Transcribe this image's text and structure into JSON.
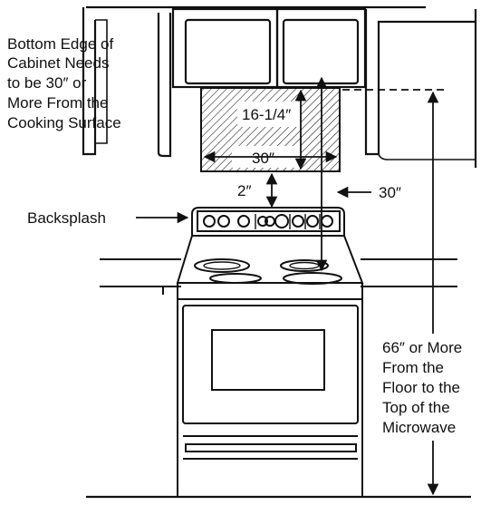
{
  "labels": {
    "cabinet_note": [
      "Bottom Edge of",
      "Cabinet Needs",
      "to be 30″ or",
      "More From the",
      "Cooking Surface"
    ],
    "backsplash": "Backsplash",
    "microwave_height": "16-1/4″",
    "microwave_width": "30″",
    "gap_above_range": "2″",
    "cabinet_to_cooktop": "30″",
    "floor_note": [
      "66″ or More",
      "From the",
      "Floor to the",
      "Top of the",
      "Microwave"
    ]
  },
  "colors": {
    "line": "#111111",
    "background": "#ffffff"
  }
}
